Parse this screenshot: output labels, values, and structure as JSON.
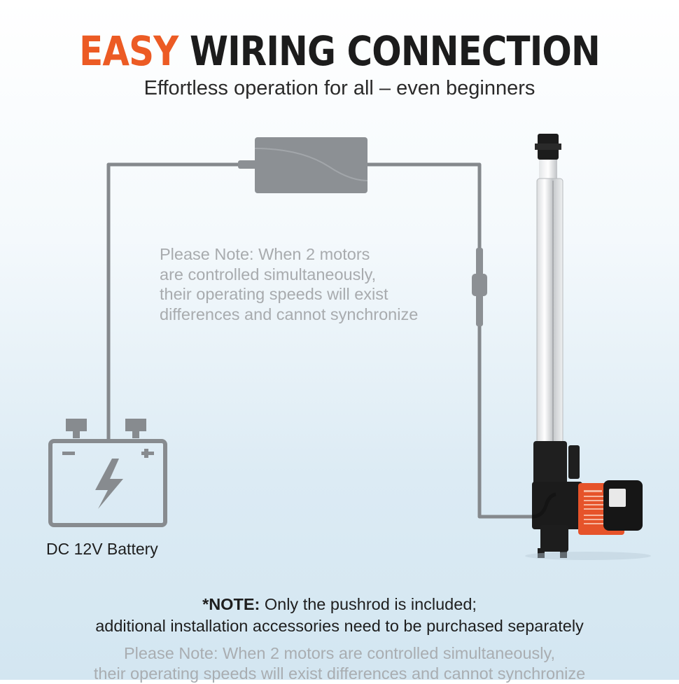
{
  "headline": {
    "accent": "EASY",
    "rest": "WIRING CONNECTION"
  },
  "subtitle": "Effortless operation for all – even beginners",
  "diagram_note": {
    "lines": [
      "Please Note: When 2 motors",
      "are controlled simultaneously,",
      "their operating speeds will exist",
      "differences and cannot synchronize"
    ]
  },
  "battery": {
    "label": "DC 12V Battery",
    "icon": "battery-icon"
  },
  "bottom_note": {
    "prefix": "*NOTE:",
    "line1": "Only the pushrod is included;",
    "line2": "additional installation accessories need to be purchased separately"
  },
  "bottom_gray_note": {
    "line1": "Please Note: When 2 motors are controlled simultaneously,",
    "line2": "their operating speeds will exist differences and cannot synchronize"
  },
  "colors": {
    "accent": "#ec5b24",
    "wire": "#85898d",
    "battery_stroke": "#878b8f",
    "adapter": "#8c9094"
  }
}
